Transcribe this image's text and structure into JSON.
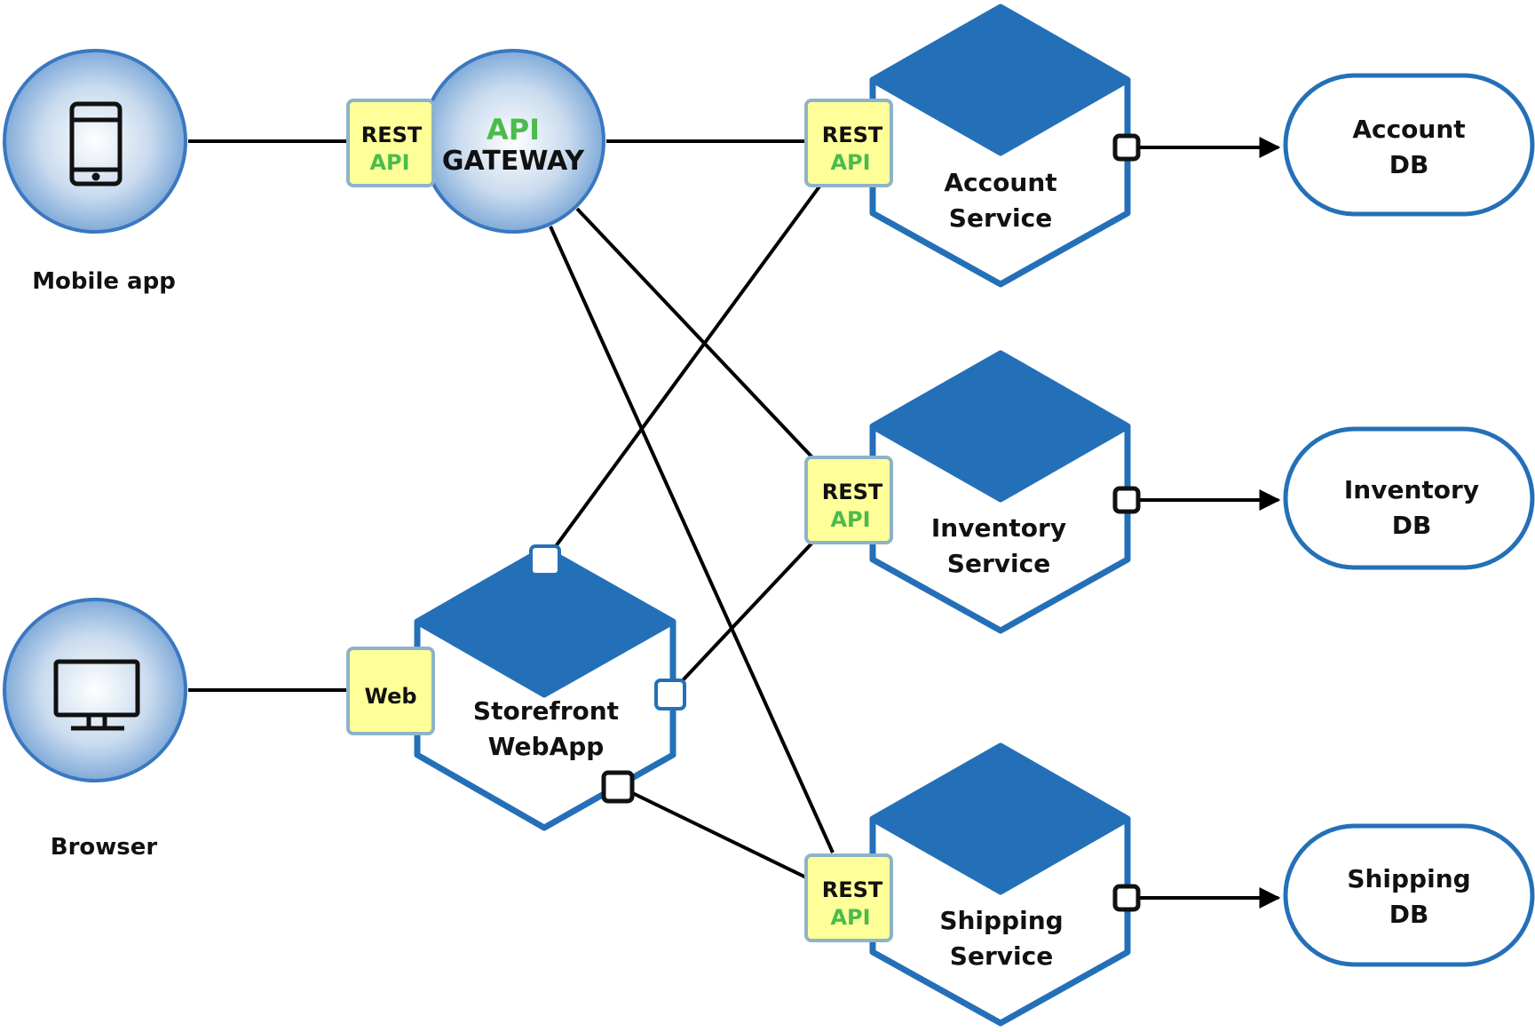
{
  "colors": {
    "hex_fill": "#2470b8",
    "hex_stroke": "#2470b8",
    "port_fill": "#ffff99",
    "port_stroke": "#8db3c8",
    "api_green": "#4cbb4c",
    "line": "#000000",
    "circle_edge": "#3a78c0"
  },
  "clients": {
    "mobile": {
      "label": "Mobile app",
      "icon": "smartphone-icon"
    },
    "browser": {
      "label": "Browser",
      "icon": "monitor-icon"
    }
  },
  "gateway": {
    "line1": "API",
    "line2": "GATEWAY"
  },
  "ports": {
    "rest": "REST",
    "api": "API",
    "web": "Web"
  },
  "storefront": {
    "line1": "Storefront",
    "line2": "WebApp"
  },
  "services": [
    {
      "id": "account",
      "line1": "Account",
      "line2": "Service"
    },
    {
      "id": "inventory",
      "line1": "Inventory",
      "line2": "Service"
    },
    {
      "id": "shipping",
      "line1": "Shipping",
      "line2": "Service"
    }
  ],
  "databases": [
    {
      "id": "account",
      "line1": "Account",
      "line2": "DB"
    },
    {
      "id": "inventory",
      "line1": "Inventory",
      "line2": "DB"
    },
    {
      "id": "shipping",
      "line1": "Shipping",
      "line2": "DB"
    }
  ]
}
